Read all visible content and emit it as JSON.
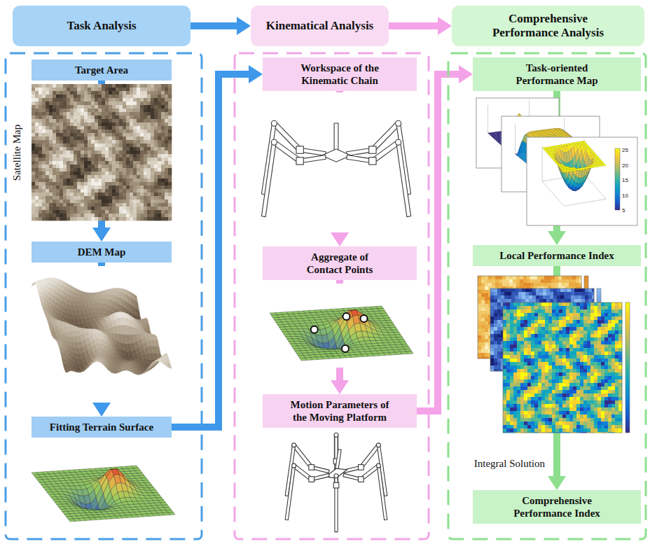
{
  "diagram": {
    "nodes": [
      {
        "text": [
          "Task Analysis"
        ]
      },
      {
        "text": [
          "Kinematical Analysis"
        ]
      },
      {
        "text": [
          "Comprehensive Performance Analysis"
        ]
      },
      {
        "text": [
          "Target Area"
        ]
      },
      {
        "text": [
          "DEM Map"
        ]
      },
      {
        "text": [
          "Fitting Terrain Surface"
        ]
      },
      {
        "text": [
          "Workspace of the Kinematic Chain"
        ]
      },
      {
        "text": [
          "Aggregate of Contact Points"
        ]
      },
      {
        "text": [
          "Motion Parameters of the Moving Platform"
        ]
      },
      {
        "text": [
          "Task-oriented Performance Map"
        ]
      },
      {
        "text": [
          "Local Performance Index"
        ]
      },
      {
        "text": [
          "Comprehensive Performance Index"
        ]
      }
    ],
    "edges": [
      {
        "from": 0,
        "to": 1,
        "arrow": "to"
      },
      {
        "from": 1,
        "to": 2,
        "arrow": "to"
      },
      {
        "from": 3,
        "to": 4,
        "arrow": "to"
      },
      {
        "from": 4,
        "to": 5,
        "arrow": "to"
      },
      {
        "from": 5,
        "to": 6,
        "arrow": "to"
      },
      {
        "from": 6,
        "to": 7,
        "arrow": "to"
      },
      {
        "from": 7,
        "to": 8,
        "arrow": "to"
      },
      {
        "from": 8,
        "to": 9,
        "arrow": "to"
      },
      {
        "from": 9,
        "to": 10,
        "arrow": "to"
      },
      {
        "from": 10,
        "to": 11,
        "label": "Integral Solution",
        "arrow": "to"
      }
    ],
    "labels": [
      "Satellite Map",
      "25",
      "20",
      "15",
      "10",
      "5"
    ]
  }
}
